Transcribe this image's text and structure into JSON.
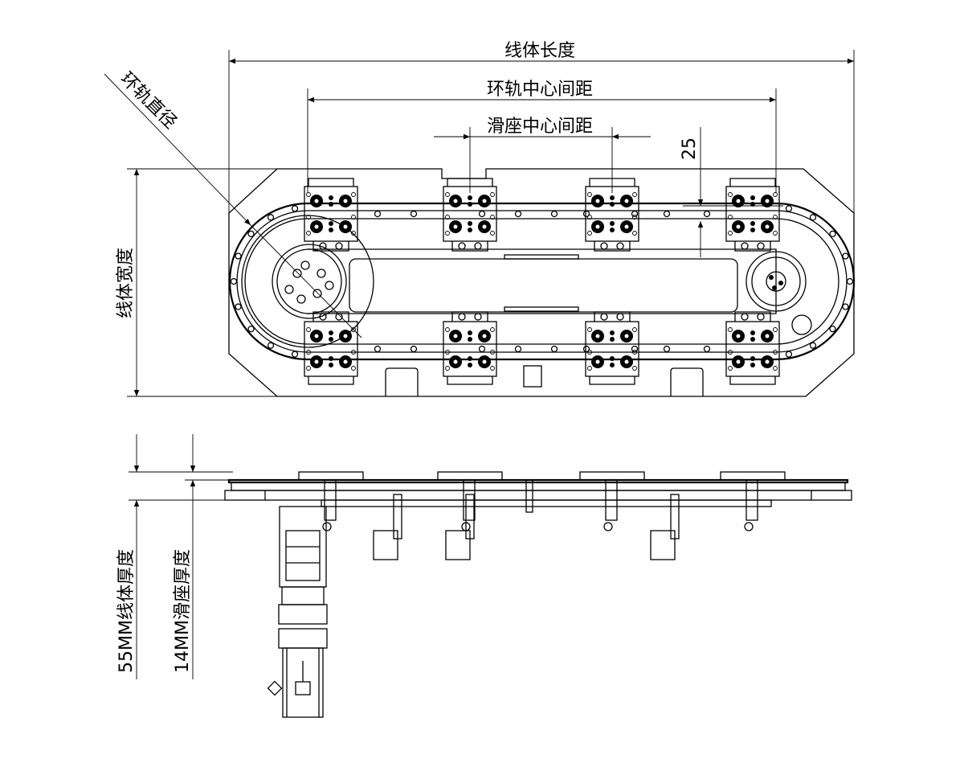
{
  "drawing": {
    "top_view": {
      "line_length_label": "线体长度",
      "ring_center_distance_label": "环轨中心间距",
      "slider_center_distance_label": "滑座中心间距",
      "offset_value": "25",
      "ring_diameter_label": "环轨直径",
      "line_width_label": "线体宽度",
      "carriages_per_side": 4
    },
    "side_view": {
      "line_thickness_label": "55MM线体厚度",
      "slider_thickness_label": "14MM滑座厚度"
    }
  }
}
